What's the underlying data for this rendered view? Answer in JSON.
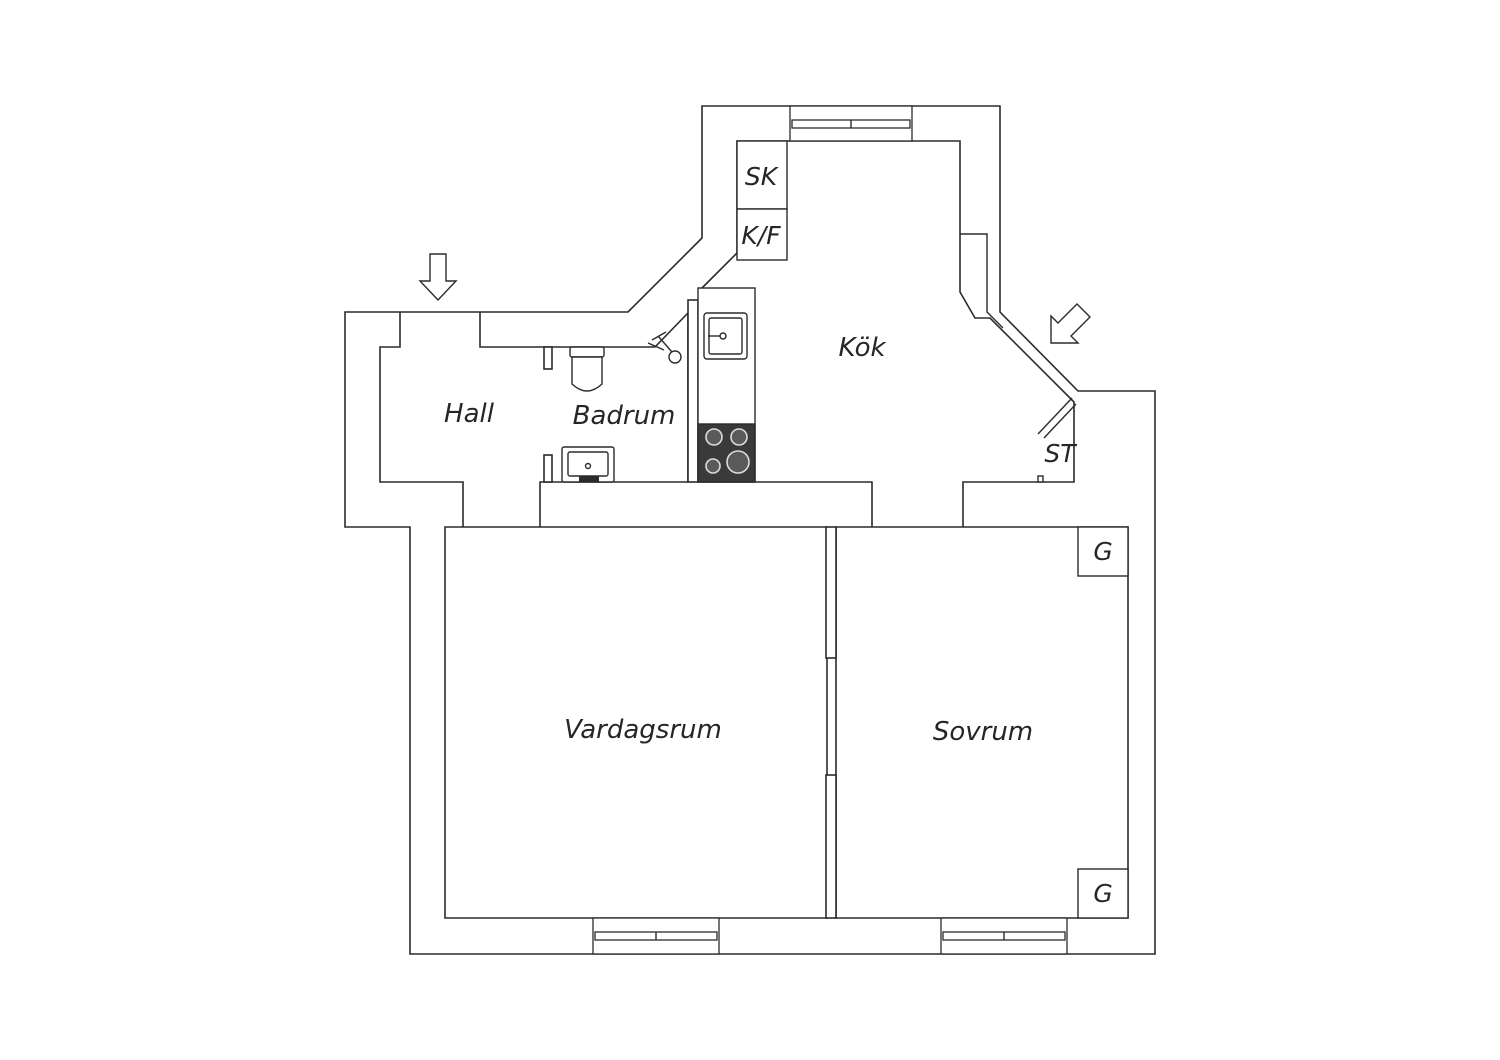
{
  "rooms": {
    "kok": "Kök",
    "hall": "Hall",
    "badrum": "Badrum",
    "vardagsrum": "Vardagsrum",
    "sovrum": "Sovrum"
  },
  "fixtures": {
    "sk": "SK",
    "kf": "K/F",
    "st": "ST",
    "g_top": "G",
    "g_bottom": "G"
  },
  "colors": {
    "line": "#2b2b2b",
    "stove": "#3a3a3a",
    "background": "#ffffff"
  },
  "icons": {
    "entrance_arrow": "arrow-down-icon",
    "balcony_arrow": "arrow-down-left-icon"
  }
}
